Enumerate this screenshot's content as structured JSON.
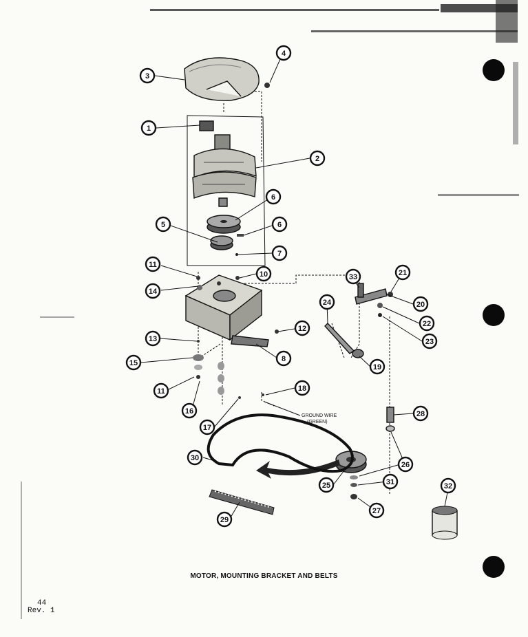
{
  "caption": "MOTOR, MOUNTING BRACKET AND BELTS",
  "page_number": "44",
  "revision": "Rev. 1",
  "ground_wire_note": {
    "line1": "GROUND WIRE",
    "line2": "(GREEN)"
  },
  "callouts": [
    {
      "label": "1"
    },
    {
      "label": "2"
    },
    {
      "label": "3"
    },
    {
      "label": "4"
    },
    {
      "label": "5"
    },
    {
      "label": "6"
    },
    {
      "label": "6"
    },
    {
      "label": "7"
    },
    {
      "label": "8"
    },
    {
      "label": "10"
    },
    {
      "label": "11"
    },
    {
      "label": "11"
    },
    {
      "label": "12"
    },
    {
      "label": "13"
    },
    {
      "label": "14"
    },
    {
      "label": "15"
    },
    {
      "label": "16"
    },
    {
      "label": "17"
    },
    {
      "label": "18"
    },
    {
      "label": "19"
    },
    {
      "label": "20"
    },
    {
      "label": "21"
    },
    {
      "label": "22"
    },
    {
      "label": "23"
    },
    {
      "label": "24"
    },
    {
      "label": "25"
    },
    {
      "label": "26"
    },
    {
      "label": "27"
    },
    {
      "label": "28"
    },
    {
      "label": "29"
    },
    {
      "label": "30"
    },
    {
      "label": "31"
    },
    {
      "label": "32"
    },
    {
      "label": "33"
    }
  ],
  "colors": {
    "ink": "#111111",
    "paper": "#fbfbf7"
  }
}
